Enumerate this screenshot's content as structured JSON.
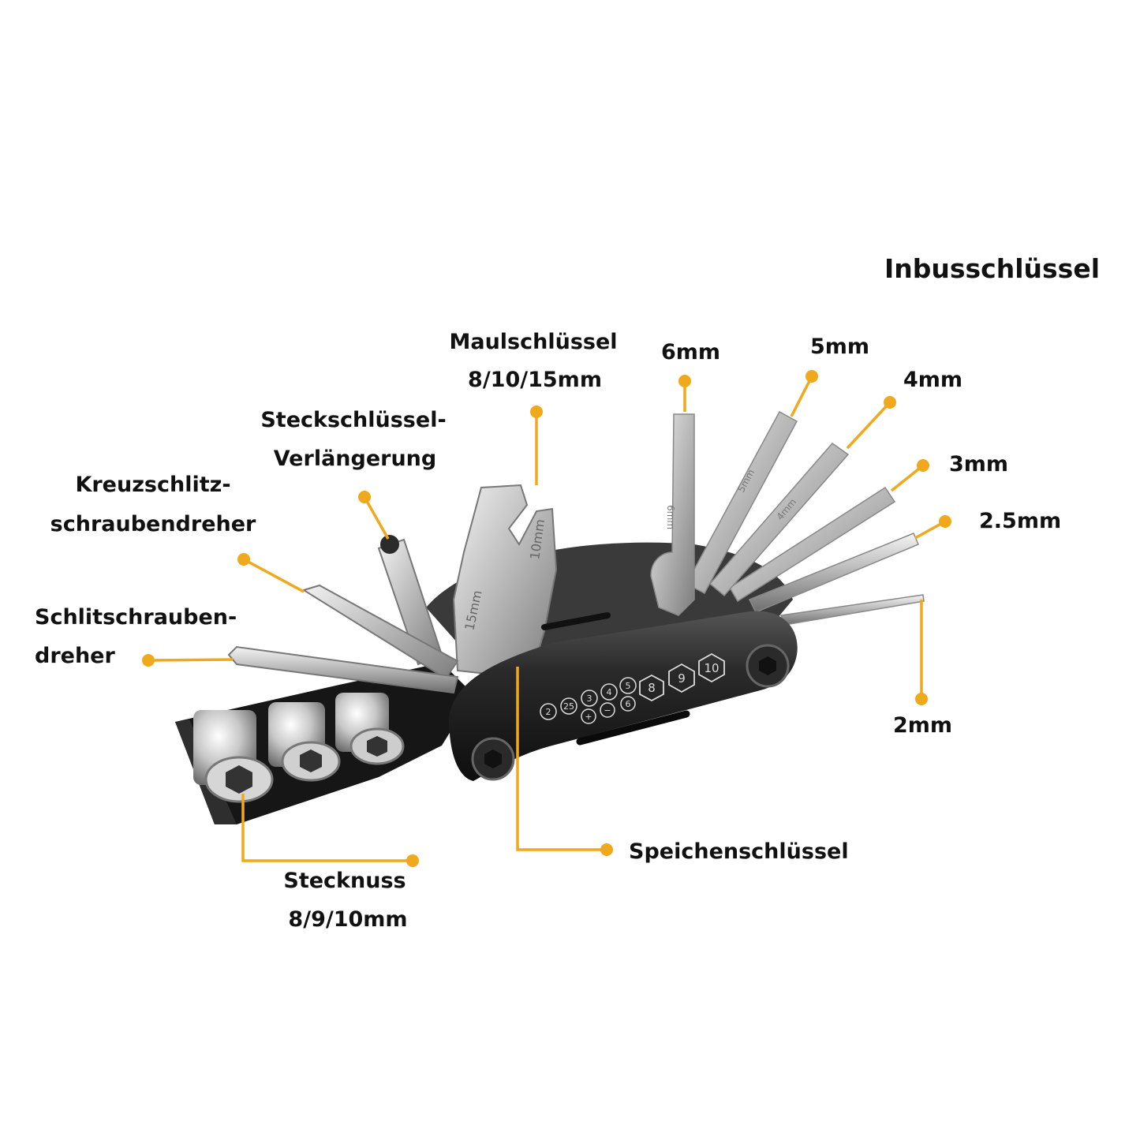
{
  "colors": {
    "accent": "#f0a81c",
    "text": "#111111",
    "tool_dark": "#1c1c1c",
    "tool_metal": "#c9c9c9"
  },
  "heading": "Inbusschlüssel",
  "labels": {
    "maulschluessel": [
      "Maulschlüssel",
      "8/10/15mm"
    ],
    "steckschluessel_verlaengerung": [
      "Steckschlüssel-",
      "Verlängerung"
    ],
    "kreuzschlitz": [
      "Kreuzschlitz-",
      "schraubendreher"
    ],
    "schlitz": [
      "Schlitschrauben-",
      "dreher"
    ],
    "stecknuss": [
      "Stecknuss",
      "8/9/10mm"
    ],
    "speichenschluessel": "Speichenschlüssel",
    "hex_6": "6mm",
    "hex_5": "5mm",
    "hex_4": "4mm",
    "hex_3": "3mm",
    "hex_2_5": "2.5mm",
    "hex_2": "2mm"
  },
  "tool_markings": {
    "wrench_sizes": [
      "15mm",
      "10mm"
    ],
    "spoke_sizes": [
      "2",
      "25",
      "3",
      "4",
      "5",
      "+",
      "−",
      "6"
    ],
    "socket_sizes": [
      "8",
      "9",
      "10"
    ],
    "hex_engravings": [
      "6mm",
      "5mm",
      "4mm"
    ]
  }
}
